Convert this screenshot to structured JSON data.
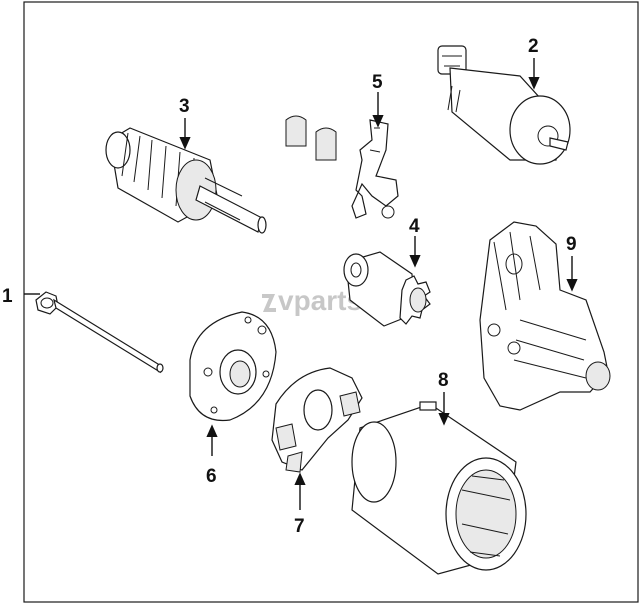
{
  "watermark": {
    "text": "vparts"
  },
  "callouts": [
    {
      "id": "1",
      "label": "1"
    },
    {
      "id": "2",
      "label": "2"
    },
    {
      "id": "3",
      "label": "3"
    },
    {
      "id": "4",
      "label": "4"
    },
    {
      "id": "5",
      "label": "5"
    },
    {
      "id": "6",
      "label": "6"
    },
    {
      "id": "7",
      "label": "7"
    },
    {
      "id": "8",
      "label": "8"
    },
    {
      "id": "9",
      "label": "9"
    }
  ],
  "icons": {
    "part-1": "through-bolt-icon",
    "part-2": "solenoid-switch-icon",
    "part-3": "armature-icon",
    "part-4": "drive-pinion-gear-icon",
    "part-5": "shift-lever-and-brushes-icon",
    "part-6": "end-plate-icon",
    "part-7": "brush-holder-icon",
    "part-8": "field-housing-yoke-icon",
    "part-9": "drive-end-housing-icon"
  }
}
